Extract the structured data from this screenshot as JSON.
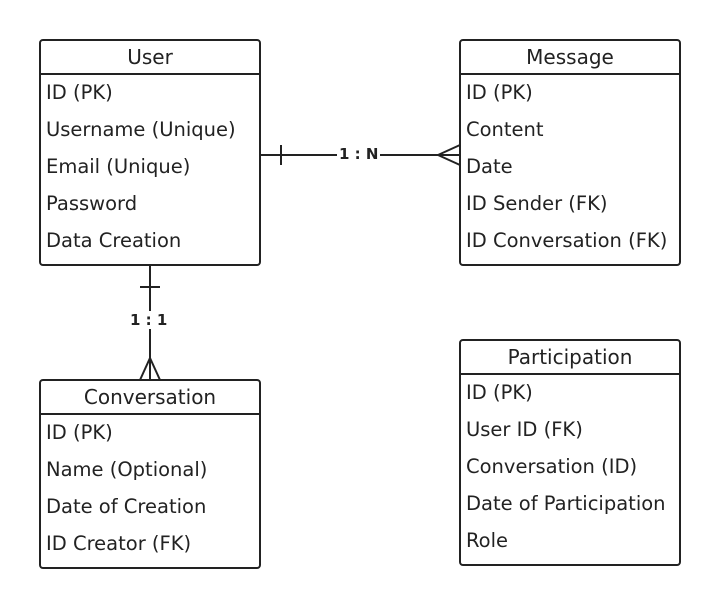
{
  "entities": {
    "user": {
      "title": "User",
      "attributes": [
        "ID (PK)",
        "Username (Unique)",
        "Email (Unique)",
        "Password",
        "Data Creation"
      ]
    },
    "message": {
      "title": "Message",
      "attributes": [
        "ID (PK)",
        "Content",
        "Date",
        "ID Sender (FK)",
        "ID Conversation (FK)"
      ]
    },
    "conversation": {
      "title": "Conversation",
      "attributes": [
        "ID (PK)",
        "Name (Optional)",
        "Date of Creation",
        "ID Creator (FK)"
      ]
    },
    "participation": {
      "title": "Participation",
      "attributes": [
        "ID (PK)",
        "User ID (FK)",
        "Conversation (ID)",
        "Date of Participation",
        "Role"
      ]
    }
  },
  "relationships": {
    "user_message": {
      "label": "1 : N",
      "from": "user",
      "to": "message"
    },
    "user_conversation": {
      "label": "1 : 1",
      "from": "user",
      "to": "conversation"
    }
  },
  "colors": {
    "line": "#222222",
    "background": "#ffffff"
  }
}
